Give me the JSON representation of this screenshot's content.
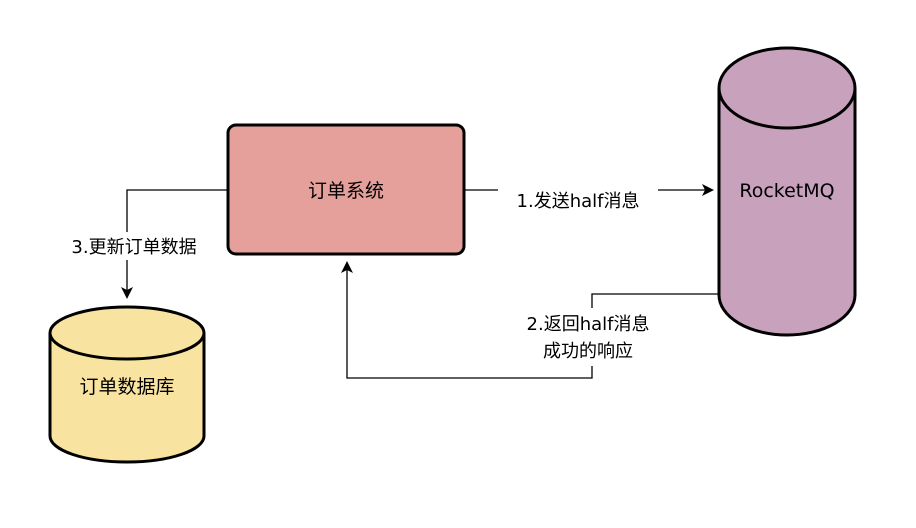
{
  "nodes": {
    "order_system": {
      "label": "订单系统",
      "fill": "#e6a09c"
    },
    "rocketmq": {
      "label": "RocketMQ",
      "fill": "#c8a2bd"
    },
    "order_db": {
      "label": "订单数据库",
      "fill": "#f9e3a0"
    }
  },
  "edges": {
    "send_half": {
      "label": "1.发送half消息"
    },
    "return_half": {
      "line1": "2.返回half消息",
      "line2": "成功的响应"
    },
    "update_db": {
      "label": "3.更新订单数据"
    }
  },
  "colors": {
    "stroke": "#000000",
    "background": "#ffffff"
  }
}
